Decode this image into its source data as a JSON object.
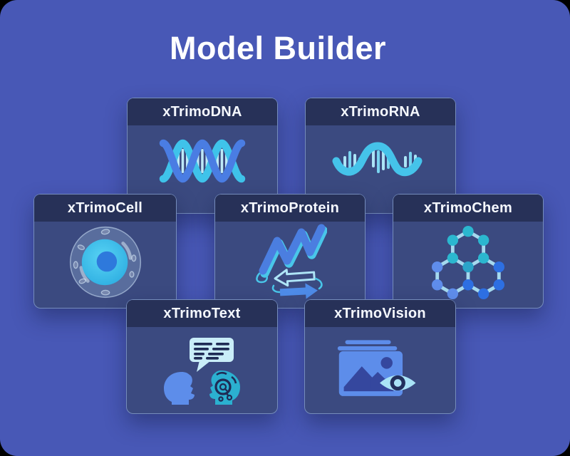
{
  "page": {
    "title": "Model Builder",
    "background_color": "#4858b6",
    "card_body_color": "#3b4a80",
    "card_header_color": "#273158",
    "accent_blue": "#4b7ee0",
    "accent_cyan": "#45c3ea",
    "accent_teal": "#2bb7cf"
  },
  "cards": [
    {
      "id": "dna",
      "title": "xTrimoDNA",
      "icon": "dna-helix-icon"
    },
    {
      "id": "rna",
      "title": "xTrimoRNA",
      "icon": "rna-strand-icon"
    },
    {
      "id": "cell",
      "title": "xTrimoCell",
      "icon": "cell-icon"
    },
    {
      "id": "protein",
      "title": "xTrimoProtein",
      "icon": "protein-ribbon-icon"
    },
    {
      "id": "chem",
      "title": "xTrimoChem",
      "icon": "molecule-icon"
    },
    {
      "id": "text",
      "title": "xTrimoText",
      "icon": "chat-human-ai-icon"
    },
    {
      "id": "vision",
      "title": "xTrimoVision",
      "icon": "photo-eye-icon"
    }
  ]
}
